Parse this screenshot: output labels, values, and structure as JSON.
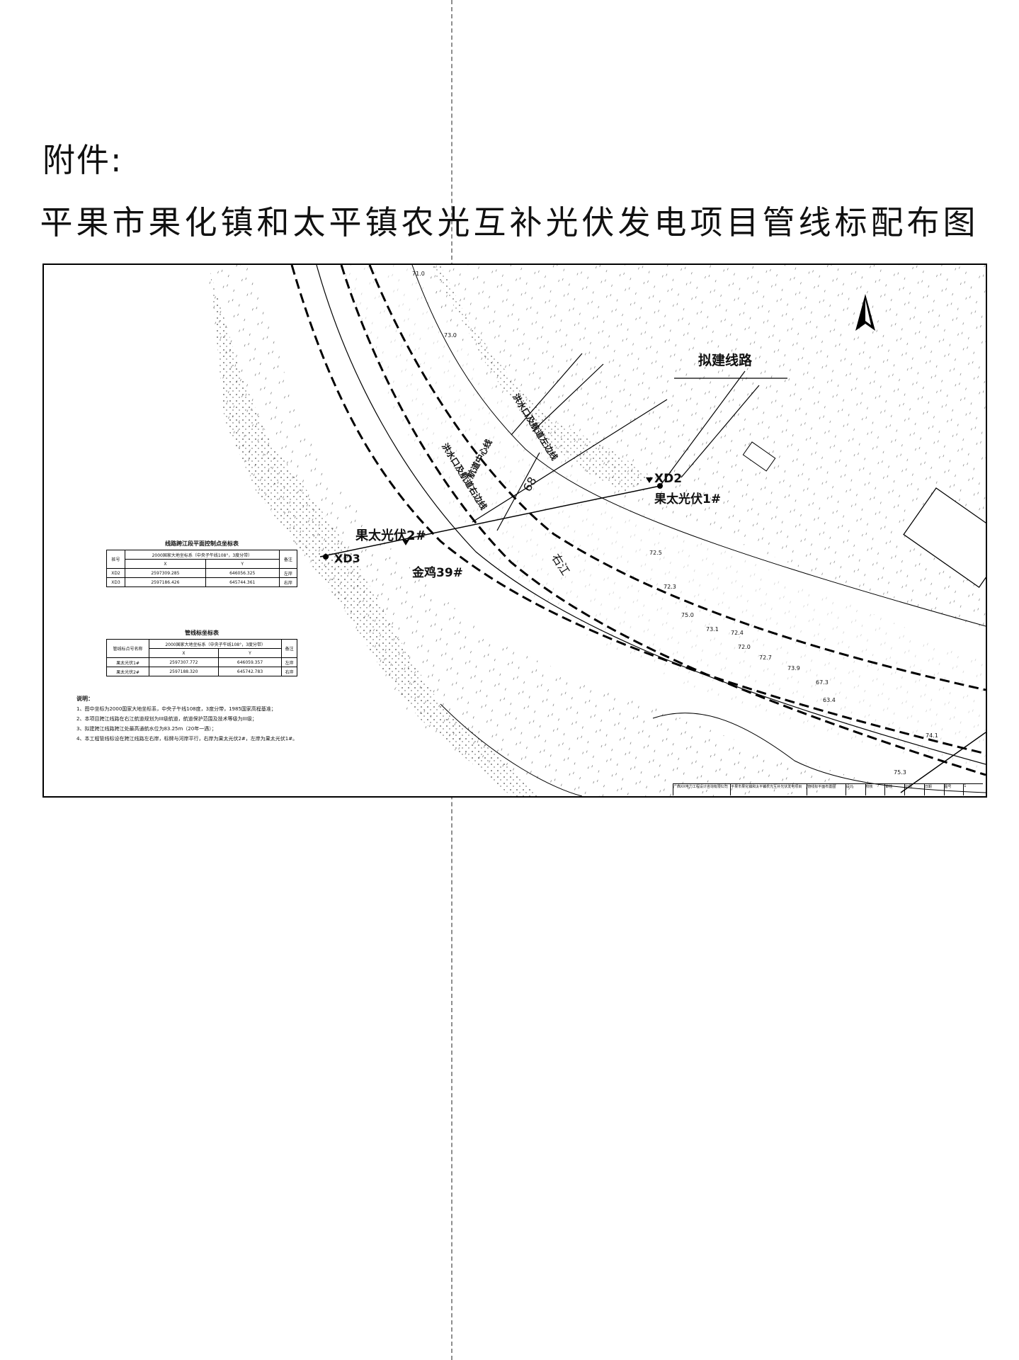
{
  "page": {
    "attachment_label": "附件:",
    "title": "平果市果化镇和太平镇农光互补光伏发电项目管线标配布图"
  },
  "map": {
    "proposed_line_label": "拟建线路",
    "river_label": "右江",
    "centerline_label": "航道中心线",
    "channel_left_label": "洪水口及航道左边线",
    "channel_right_label": "洪水口及航道右边线",
    "bearing_label": "68",
    "point_labels": {
      "xd2": "XD2",
      "xd3": "XD3",
      "pv1": "果太光伏1#",
      "pv2": "果太光伏2#",
      "jinji39": "金鸡39#"
    },
    "elevations": [
      "71.0",
      "73.0",
      "72.5",
      "72.3",
      "75.0",
      "73.1",
      "72.4",
      "72.0",
      "72.7",
      "73.9",
      "67.3",
      "63.4",
      "74.1",
      "75.3"
    ]
  },
  "table1": {
    "caption": "线路跨江段平面控制点坐标表",
    "header": [
      "桩号",
      "2000国家大地坐标系（中央子午线108°，3度分带）",
      "备注"
    ],
    "subheader": [
      "X",
      "Y"
    ],
    "rows": [
      [
        "XD2",
        "2597309.285",
        "646056.325",
        "左岸"
      ],
      [
        "XD3",
        "2597186.426",
        "645744.361",
        "右岸"
      ]
    ]
  },
  "table2": {
    "caption": "管线标坐标表",
    "header": [
      "管线标点号名称",
      "2000国家大地坐标系（中央子午线108°，3度分带）",
      "备注"
    ],
    "subheader": [
      "X",
      "Y"
    ],
    "rows": [
      [
        "果太光伏1#",
        "2597307.772",
        "646059.357",
        "左岸"
      ],
      [
        "果太光伏2#",
        "2597188.320",
        "645742.783",
        "右岸"
      ]
    ]
  },
  "notes": {
    "heading": "说明：",
    "items": [
      "1、图中坐标为2000国家大地坐标系，中央子午线108度，3度分带，1985国家高程基准；",
      "2、本项目跨江线路在右江航道规划为III级航道，航道保护范围及技术等级为III级；",
      "3、拟建跨江线路跨江处最高通航水位为83.25m（20年一遇）；",
      "4、本工程管线标设在跨江线路左右岸，标牌与河岸平行，右岸为果太光伏2#，左岸为果太光伏1#。"
    ]
  },
  "titleblock": {
    "cells": [
      "广西XX电力工程设计咨询有限公司",
      "平果市果化镇和太平镇农光互补光伏发电项目",
      "管线标平面布置图",
      "设计",
      "校核",
      "审核",
      "比例",
      "日期",
      "图号",
      "1"
    ]
  }
}
